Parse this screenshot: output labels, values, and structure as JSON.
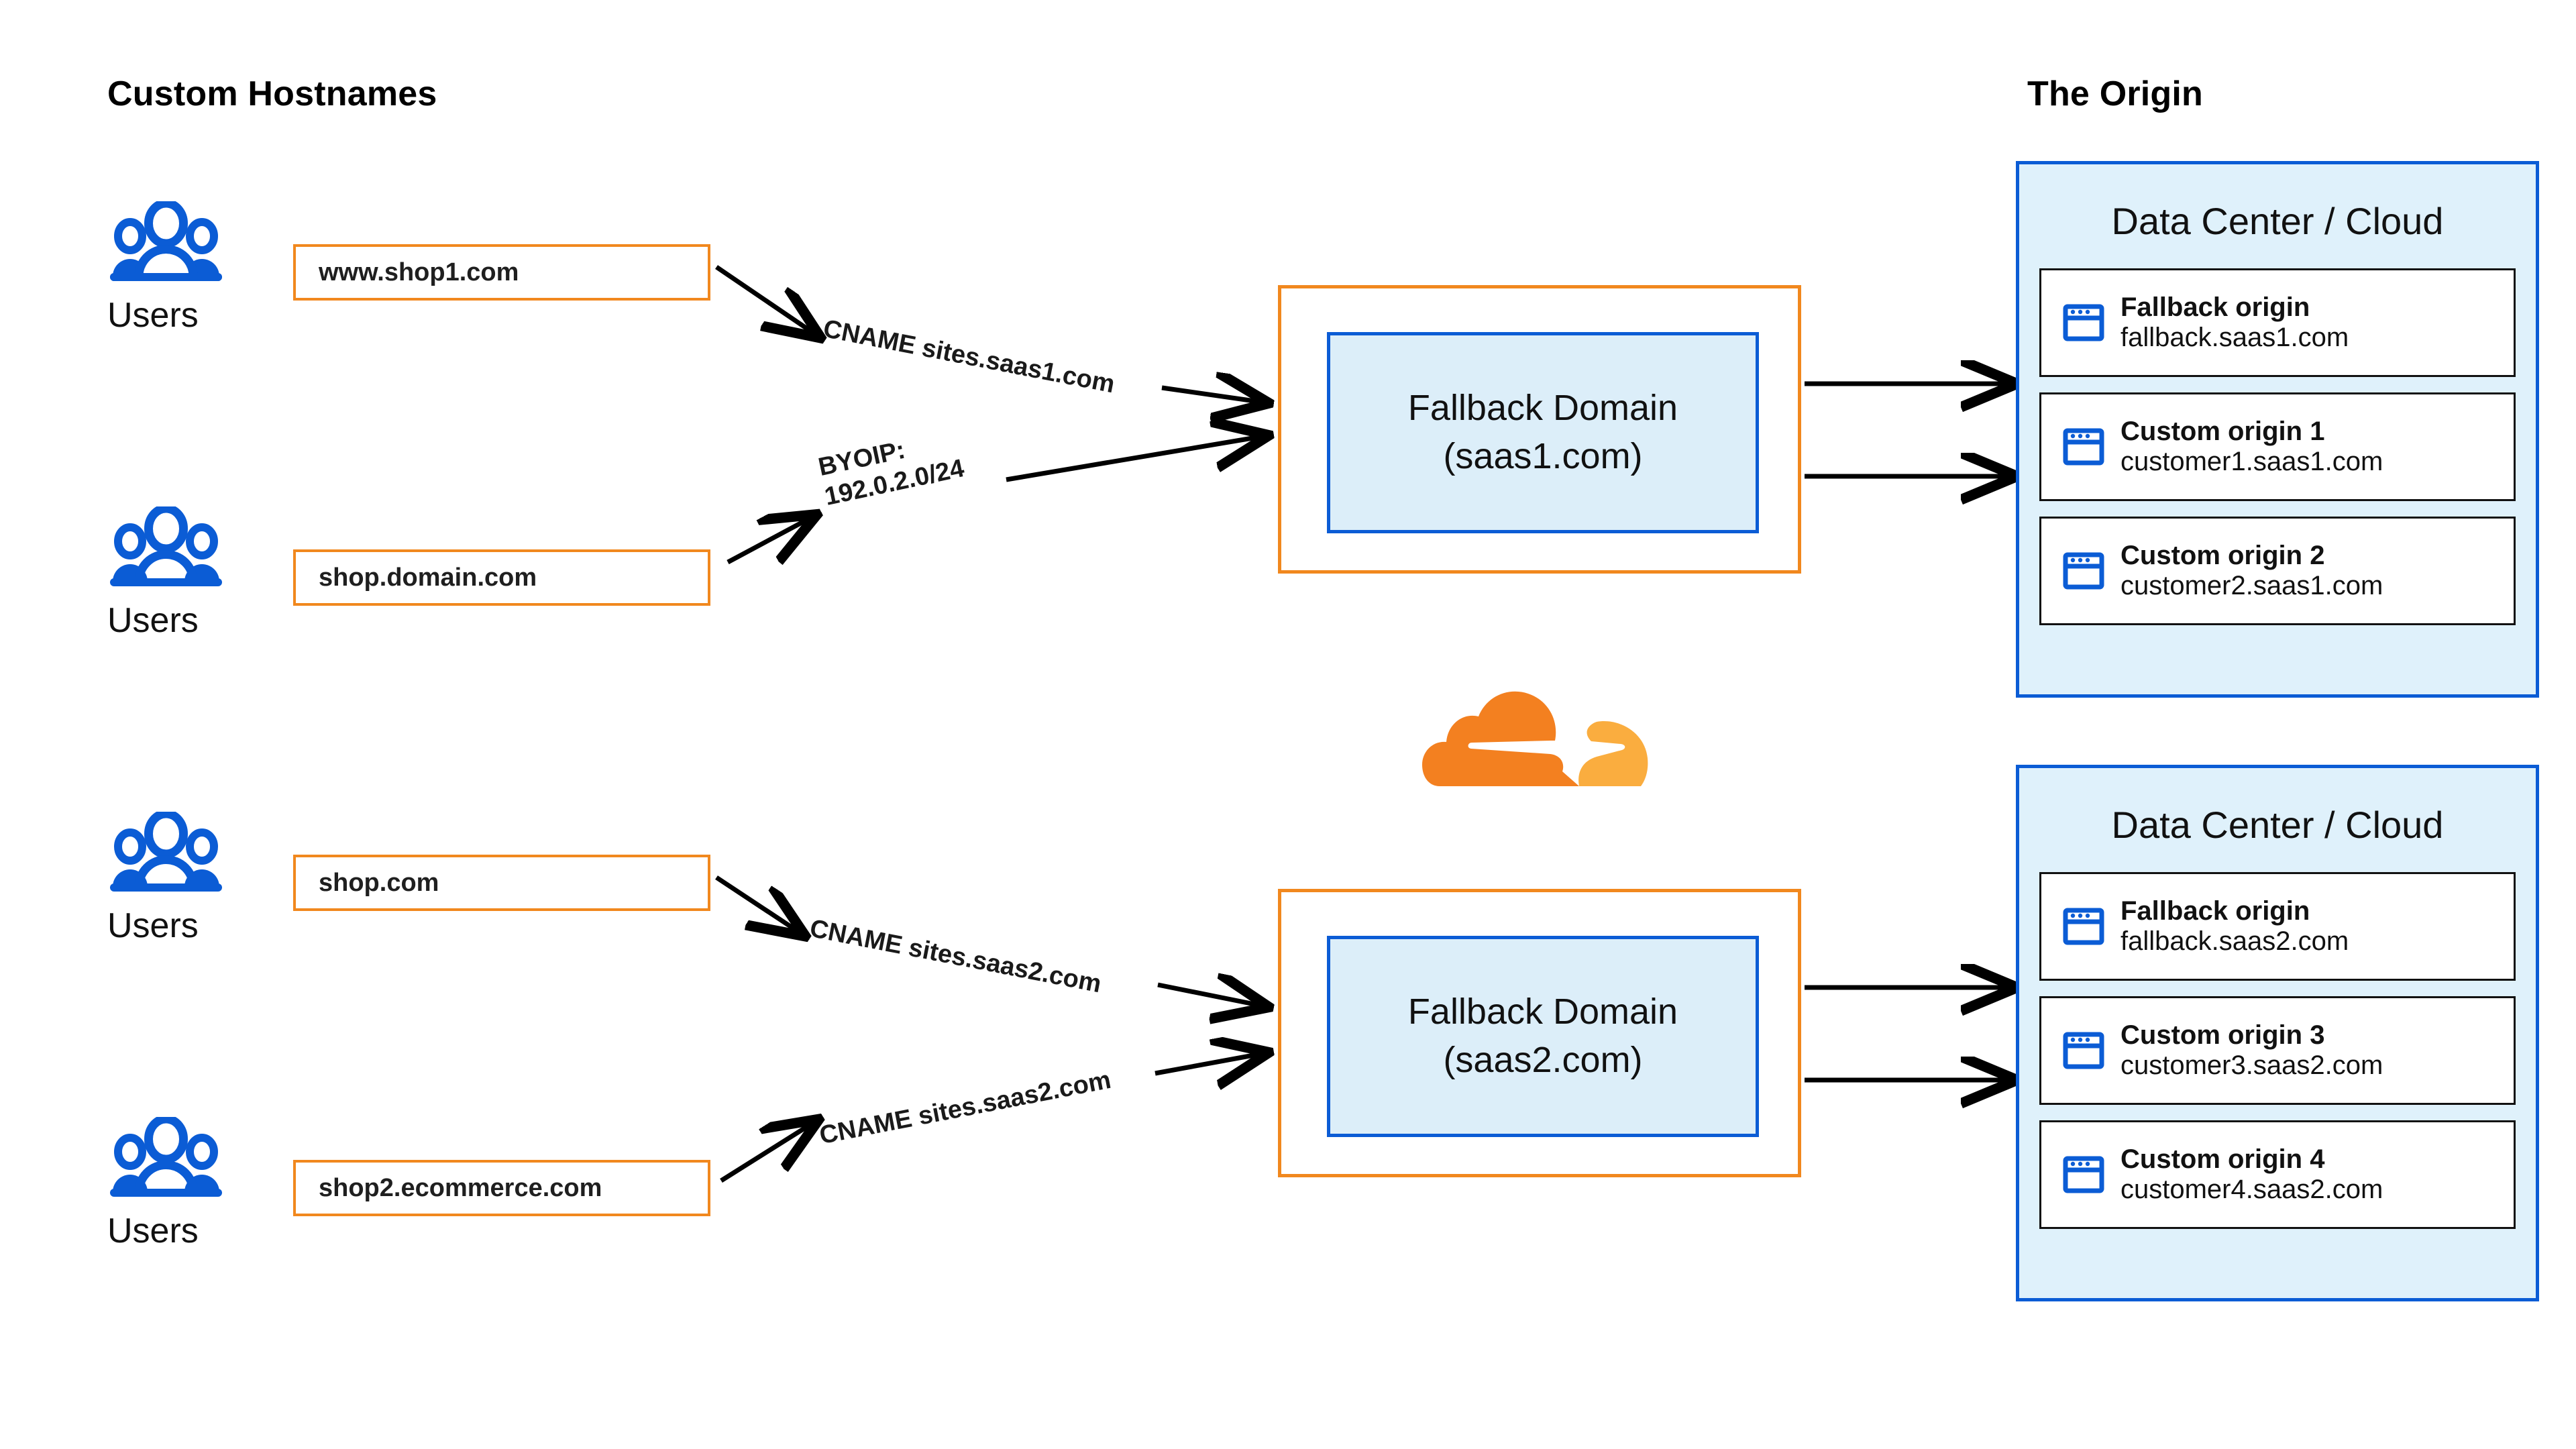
{
  "headings": {
    "left": "Custom Hostnames",
    "right": "The Origin"
  },
  "users": [
    {
      "label": "Users"
    },
    {
      "label": "Users"
    },
    {
      "label": "Users"
    },
    {
      "label": "Users"
    }
  ],
  "hostnames": [
    {
      "value": "www.shop1.com"
    },
    {
      "value": "shop.domain.com"
    },
    {
      "value": "shop.com"
    },
    {
      "value": "shop2.ecommerce.com"
    }
  ],
  "connector_labels": [
    {
      "text": "CNAME sites.saas1.com"
    },
    {
      "text": "BYOIP:",
      "text2": "192.0.2.0/24"
    },
    {
      "text": "CNAME sites.saas2.com"
    },
    {
      "text": "CNAME sites.saas2.com"
    }
  ],
  "fallback_domains": [
    {
      "line1": "Fallback Domain",
      "line2": "(saas1.com)"
    },
    {
      "line1": "Fallback Domain",
      "line2": "(saas2.com)"
    }
  ],
  "datacenters": [
    {
      "title": "Data Center / Cloud",
      "origins": [
        {
          "name": "Fallback origin",
          "host": "fallback.saas1.com"
        },
        {
          "name": "Custom origin 1",
          "host": "customer1.saas1.com"
        },
        {
          "name": "Custom origin 2",
          "host": "customer2.saas1.com"
        }
      ]
    },
    {
      "title": "Data Center / Cloud",
      "origins": [
        {
          "name": "Fallback origin",
          "host": "fallback.saas2.com"
        },
        {
          "name": "Custom origin 3",
          "host": "customer3.saas2.com"
        },
        {
          "name": "Custom origin 4",
          "host": "customer4.saas2.com"
        }
      ]
    }
  ],
  "icons": {
    "users": "users-group-icon",
    "origin": "browser-window-icon",
    "brand": "cloudflare-cloud-logo"
  },
  "colors": {
    "orange": "#F1881E",
    "blue": "#0B5CD5",
    "panel_fill": "#DFF1FB",
    "inner_fill": "#DCEEF9",
    "cloud_dark": "#F38020",
    "cloud_light": "#FAAD3F",
    "arrow": "#000000",
    "text": "#111111"
  }
}
